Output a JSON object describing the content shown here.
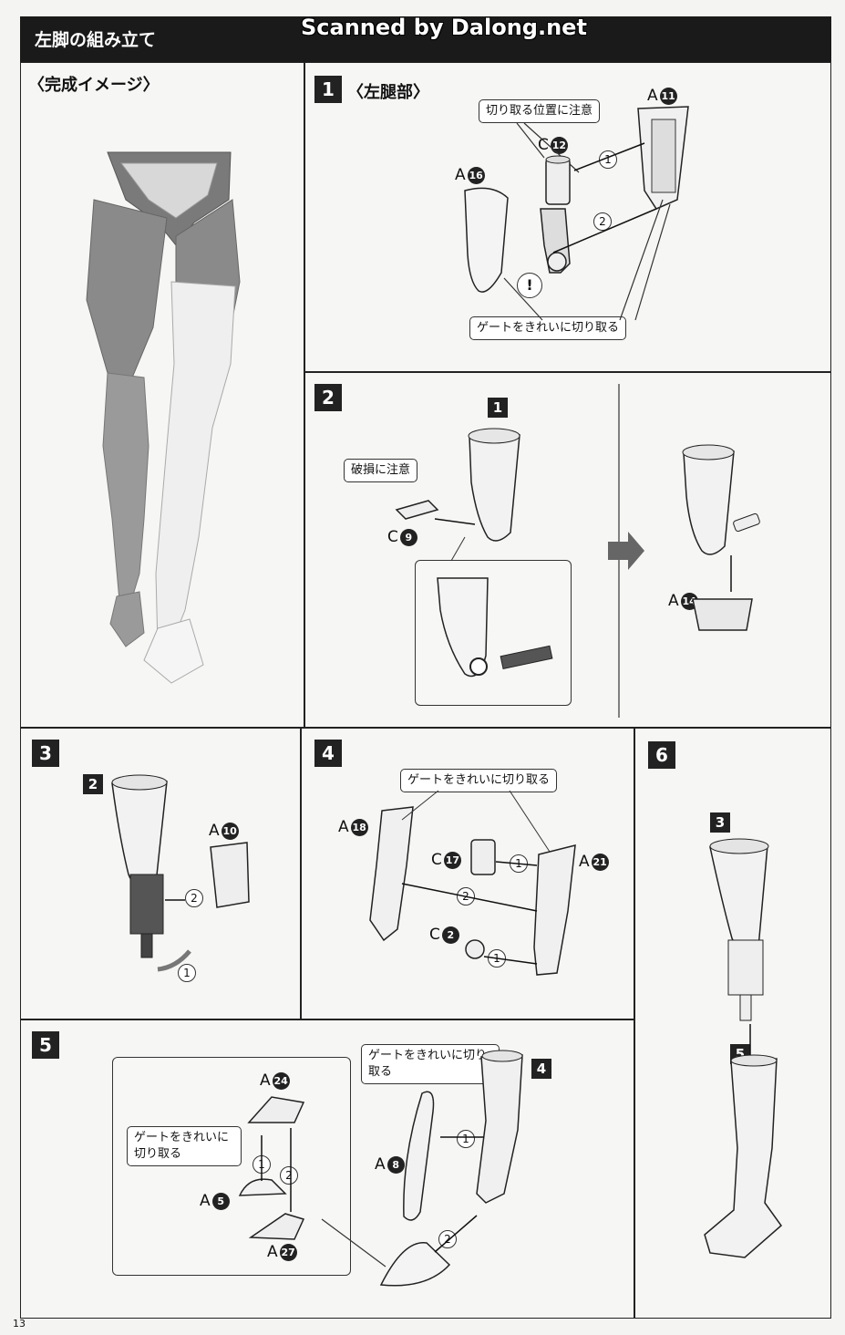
{
  "header": {
    "title": "左脚の組み立て",
    "watermark": "Scanned by Dalong.net"
  },
  "finished_image": {
    "title": "〈完成イメージ〉"
  },
  "steps": {
    "s1": {
      "number": "1",
      "title": "〈左腿部〉",
      "caution_position": "切り取る位置に注意",
      "gate_clean": "ゲートをきれいに切り取る",
      "parts": [
        {
          "letter": "A",
          "num": "11"
        },
        {
          "letter": "C",
          "num": "12"
        },
        {
          "letter": "A",
          "num": "16"
        }
      ],
      "arrows": [
        "1",
        "2"
      ],
      "warning": "!"
    },
    "s2": {
      "number": "2",
      "sub_ref": "1",
      "caution_break": "破損に注意",
      "parts": [
        {
          "letter": "C",
          "num": "9"
        },
        {
          "letter": "A",
          "num": "14"
        }
      ]
    },
    "s3": {
      "number": "3",
      "sub_ref": "2",
      "parts": [
        {
          "letter": "A",
          "num": "10"
        }
      ],
      "arrows": [
        "2",
        "1"
      ]
    },
    "s4": {
      "number": "4",
      "gate_clean": "ゲートをきれいに切り取る",
      "parts": [
        {
          "letter": "A",
          "num": "18"
        },
        {
          "letter": "C",
          "num": "17"
        },
        {
          "letter": "A",
          "num": "21"
        },
        {
          "letter": "C",
          "num": "2"
        }
      ],
      "arrows": [
        "1",
        "2",
        "1"
      ]
    },
    "s5": {
      "number": "5",
      "sub_ref": "4",
      "gate_clean_a": "ゲートをきれいに切り取る",
      "gate_clean_b": "ゲートをきれいに切り取る",
      "parts": [
        {
          "letter": "A",
          "num": "24"
        },
        {
          "letter": "A",
          "num": "5"
        },
        {
          "letter": "A",
          "num": "27"
        },
        {
          "letter": "A",
          "num": "8"
        }
      ],
      "arrows": [
        "1",
        "2",
        "1",
        "2"
      ]
    },
    "s6": {
      "number": "6",
      "sub_ref_top": "3",
      "sub_ref_bottom": "5"
    }
  },
  "page_number": "13",
  "colors": {
    "header_bg": "#1a1a1a",
    "part_dark": "#555555",
    "part_light": "#f2f2f2"
  }
}
